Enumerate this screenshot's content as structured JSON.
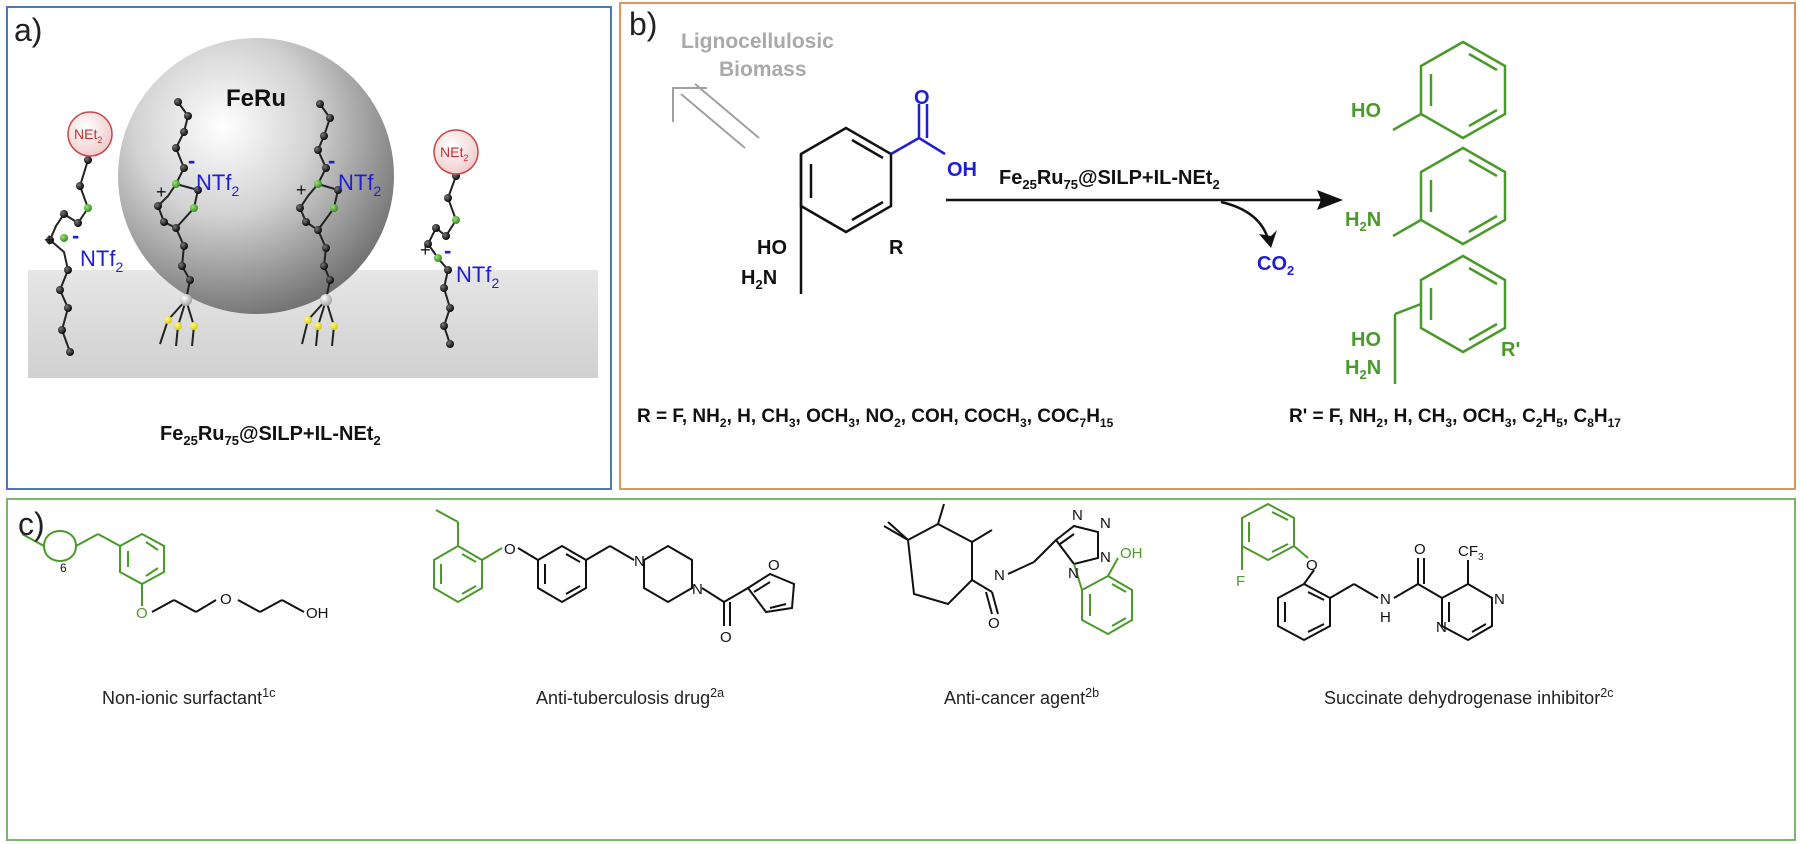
{
  "panel_a": {
    "label": "a)",
    "particle_label": "FeRu",
    "group_label": "NEt",
    "group_sub": "2",
    "anion": "NTf",
    "anion_sub": "2",
    "plus": "+",
    "minus": "-",
    "caption": {
      "p1": "Fe",
      "s1": "25",
      "p2": "Ru",
      "s2": "75",
      "p3": "@SILP+IL-NEt",
      "s3": "2"
    }
  },
  "panel_b": {
    "label": "b)",
    "biomass_line1": "Lignocellulosic",
    "biomass_line2": "Biomass",
    "reactant": {
      "oh": "OH",
      "o": "O",
      "r": "R",
      "ho": "HO",
      "h2n_h": "H",
      "h2n_2": "2",
      "h2n_n": "N"
    },
    "arrow_label": {
      "p1": "Fe",
      "s1": "25",
      "p2": "Ru",
      "s2": "75",
      "p3": "@SILP+IL-NEt",
      "s3": "2"
    },
    "co2": {
      "p1": "CO",
      "s1": "2"
    },
    "products": {
      "ho": "HO",
      "h2n_h": "H",
      "h2n_2": "2",
      "h2n_n": "N",
      "rprime": "R'"
    },
    "r_list": {
      "prefix": "R = F, NH",
      "s1": "2",
      "p2": ", H, CH",
      "s2": "3",
      "p3": ", OCH",
      "s3": "3",
      "p4": ", NO",
      "s4": "2",
      "p5": ", COH, COCH",
      "s5": "3",
      "p6": ", COC",
      "s6": "7",
      "p7": "H",
      "s7": "15"
    },
    "rprime_list": {
      "prefix": "R' = F, NH",
      "s1": "2",
      "p2": ", H, CH",
      "s2": "3",
      "p3": ", OCH",
      "s3": "3",
      "p4": ", C",
      "s4": "2",
      "p5": "H",
      "s5": "5",
      "p6": ", C",
      "s6": "8",
      "p7": "H",
      "s7": "17"
    }
  },
  "panel_c": {
    "label": "c)",
    "atoms": {
      "o": "O",
      "oh": "OH",
      "n": "N",
      "h": "H",
      "f": "F",
      "cf3": "CF",
      "cf3_sub": "3",
      "six": "6"
    },
    "compounds": [
      {
        "name": "Non-ionic surfactant",
        "ref": "1c"
      },
      {
        "name": "Anti-tuberculosis drug",
        "ref": "2a"
      },
      {
        "name": "Anti-cancer agent",
        "ref": "2b"
      },
      {
        "name": "Succinate dehydrogenase inhibitor",
        "ref": "2c"
      }
    ]
  },
  "colors": {
    "green": "#4a9a2a",
    "blue": "#1f1fd0",
    "grey": "#a9a9a9",
    "panel_a_border": "#4a7ab8",
    "panel_b_border": "#e0955a",
    "panel_c_border": "#7bb76b"
  }
}
